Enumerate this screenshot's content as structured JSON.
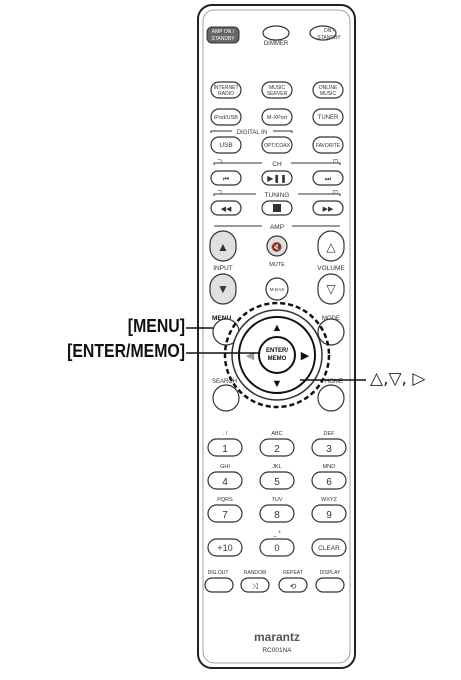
{
  "callouts": {
    "menu": "[MENU]",
    "enter": "[ENTER/MEMO]",
    "arrows": "△,▽, ▷"
  },
  "remote": {
    "top_buttons": {
      "amp_on_standby": "AMP ON / STANDBY",
      "dimmer": "DIMMER",
      "on_standby": "ON / STANDBY"
    },
    "source_row1": [
      "INTERNET RADIO",
      "MUSIC SERVER",
      "ONLINE MUSIC"
    ],
    "source_row2": [
      "iPod/USB",
      "M-XPort",
      "TUNER"
    ],
    "digital_in_label": "DIGITAL IN",
    "source_row3": [
      "USB",
      "OPT/COAX",
      "FAVORITE"
    ],
    "ch_label": "CH",
    "tuning_label": "TUNING",
    "amp_label": "AMP",
    "input_label": "INPUT",
    "mute_label": "MUTE",
    "volume_label": "VOLUME",
    "mdax_label": "M-DAX",
    "menu_label": "MENU",
    "mode_label": "MODE",
    "enter_label": "ENTER/ MEMO",
    "search_label": "SEARCH",
    "home_label": "HOME",
    "keypad": [
      {
        "sub": ". /",
        "num": "1"
      },
      {
        "sub": "ABC",
        "num": "2"
      },
      {
        "sub": "DEF",
        "num": "3"
      },
      {
        "sub": "GHI",
        "num": "4"
      },
      {
        "sub": "JKL",
        "num": "5"
      },
      {
        "sub": "MNO",
        "num": "6"
      },
      {
        "sub": "PQRS",
        "num": "7"
      },
      {
        "sub": "TUV",
        "num": "8"
      },
      {
        "sub": "WXYZ",
        "num": "9"
      }
    ],
    "bottom_row": {
      "sub": "_ *",
      "left": "+10",
      "mid": "0",
      "right": "CLEAR"
    },
    "bottom_labels": [
      "DIG.OUT",
      "RANDOM",
      "REPEAT",
      "DISPLAY"
    ],
    "brand": "marantz",
    "model": "RC001NA"
  }
}
